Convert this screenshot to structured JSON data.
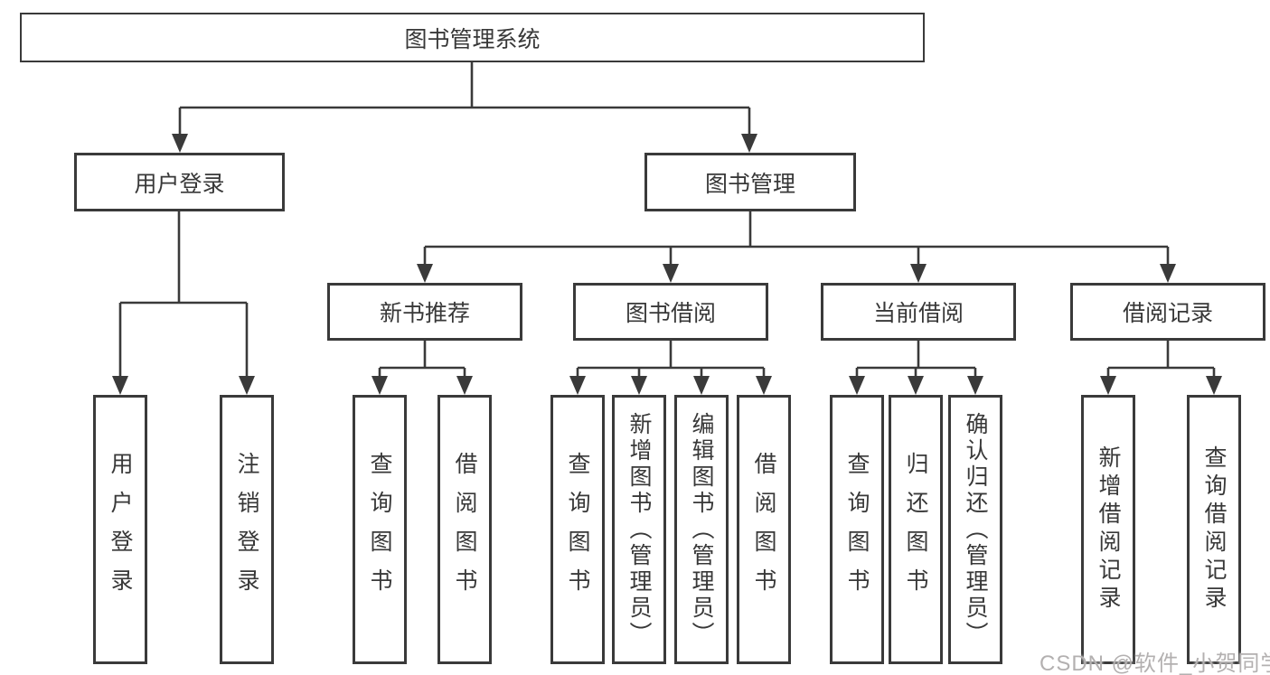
{
  "diagram": {
    "title": "图书管理系统",
    "root": {
      "label": "图书管理系统"
    },
    "level2": [
      {
        "id": "user-login",
        "label": "用户登录"
      },
      {
        "id": "book-management",
        "label": "图书管理"
      }
    ],
    "level3": [
      {
        "id": "new-book-recommend",
        "label": "新书推荐",
        "parent": "图书管理"
      },
      {
        "id": "book-borrowing",
        "label": "图书借阅",
        "parent": "图书管理"
      },
      {
        "id": "current-borrowing",
        "label": "当前借阅",
        "parent": "图书管理"
      },
      {
        "id": "borrowing-records",
        "label": "借阅记录",
        "parent": "图书管理"
      }
    ],
    "leaves": [
      {
        "label": "用户登录",
        "parent": "用户登录"
      },
      {
        "label": "注销登录",
        "parent": "用户登录"
      },
      {
        "label": "查询图书",
        "parent": "新书推荐"
      },
      {
        "label": "借阅图书",
        "parent": "新书推荐"
      },
      {
        "label": "查询图书",
        "parent": "图书借阅"
      },
      {
        "label": "新增图书（管理员）",
        "parent": "图书借阅"
      },
      {
        "label": "编辑图书（管理员）",
        "parent": "图书借阅"
      },
      {
        "label": "借阅图书",
        "parent": "图书借阅"
      },
      {
        "label": "查询图书",
        "parent": "当前借阅"
      },
      {
        "label": "归还图书",
        "parent": "当前借阅"
      },
      {
        "label": "确认归还（管理员）",
        "parent": "当前借阅"
      },
      {
        "label": "新增借阅记录",
        "parent": "借阅记录"
      },
      {
        "label": "查询借阅记录",
        "parent": "借阅记录"
      }
    ],
    "colors": {
      "line": "#3a3a3a",
      "text": "#383838",
      "background": "#ffffff",
      "watermark": "#b3b0b0"
    }
  },
  "watermark": {
    "text": "CSDN @软件_小贺同学"
  }
}
